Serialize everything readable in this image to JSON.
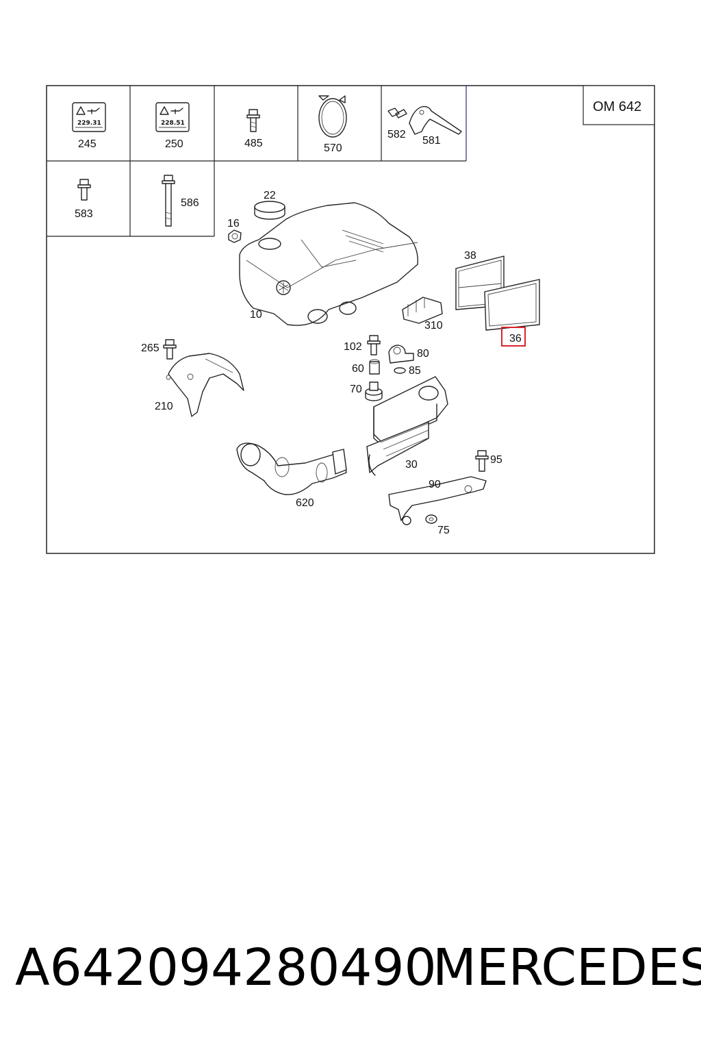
{
  "header": {
    "engine_code": "OM 642"
  },
  "stickers": [
    {
      "text": "229.31",
      "callout": "245"
    },
    {
      "text": "228.51",
      "callout": "250"
    }
  ],
  "callouts": {
    "c245": "245",
    "c250": "250",
    "c485": "485",
    "c570": "570",
    "c582": "582",
    "c581": "581",
    "c583": "583",
    "c586": "586",
    "c22": "22",
    "c16": "16",
    "c10": "10",
    "c38": "38",
    "c36": "36",
    "c310": "310",
    "c265": "265",
    "c210": "210",
    "c102": "102",
    "c80": "80",
    "c60": "60",
    "c85": "85",
    "c70": "70",
    "c30": "30",
    "c95": "95",
    "c90": "90",
    "c620": "620",
    "c75": "75"
  },
  "highlight": {
    "callout": "36",
    "color": "#d9242b"
  },
  "footer": {
    "part_number": "A642094280490",
    "brand": "MERCEDES"
  }
}
